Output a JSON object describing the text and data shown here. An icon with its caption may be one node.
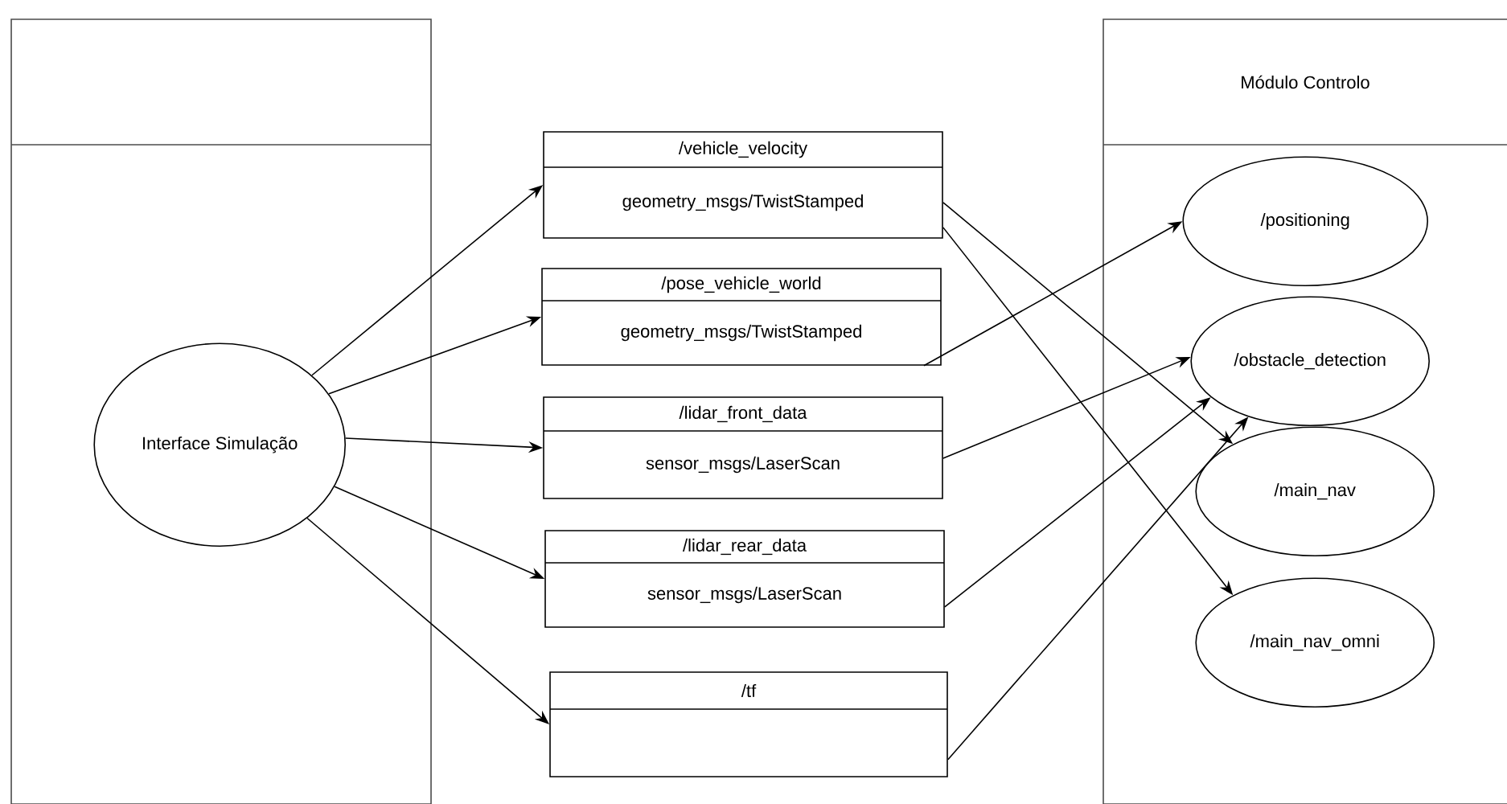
{
  "diagram": {
    "nodes": [
      {
        "text": [],
        "shape": "box"
      },
      {
        "text": [
          "Interface Simulação"
        ],
        "in": 0
      },
      {
        "text": [
          "Módulo Controlo"
        ]
      },
      {
        "text": [
          "/vehicle_velocity",
          "geometry_msgs/TwistStamped"
        ]
      },
      {
        "text": [
          "/pose_vehicle_world",
          "geometry_msgs/TwistStamped"
        ]
      },
      {
        "text": [
          "/lidar_front_data",
          "sensor_msgs/LaserScan"
        ]
      },
      {
        "text": [
          "/lidar_rear_data",
          "sensor_msgs/LaserScan"
        ]
      },
      {
        "text": [
          "/tf"
        ]
      },
      {
        "text": [
          "/positioning"
        ],
        "in": 2
      },
      {
        "text": [
          "/obstacle_detection"
        ],
        "in": 2
      },
      {
        "text": [
          "/main_nav"
        ],
        "in": 2
      },
      {
        "text": [
          "/main_nav_omni"
        ],
        "in": 2
      }
    ],
    "edges": [
      {
        "from": 1,
        "to": 3,
        "arrow": "to"
      },
      {
        "from": 1,
        "to": 4,
        "arrow": "to"
      },
      {
        "from": 1,
        "to": 5,
        "arrow": "to"
      },
      {
        "from": 1,
        "to": 6,
        "arrow": "to"
      },
      {
        "from": 1,
        "to": 7,
        "arrow": "to"
      },
      {
        "from": 3,
        "to": 10,
        "arrow": "to"
      },
      {
        "from": 3,
        "to": 11,
        "arrow": "to"
      },
      {
        "from": 4,
        "to": 8,
        "arrow": "to"
      },
      {
        "from": 5,
        "to": 9,
        "arrow": "to"
      },
      {
        "from": 6,
        "to": 9,
        "arrow": "to"
      },
      {
        "from": 7,
        "to": 9,
        "arrow": "to"
      }
    ]
  }
}
